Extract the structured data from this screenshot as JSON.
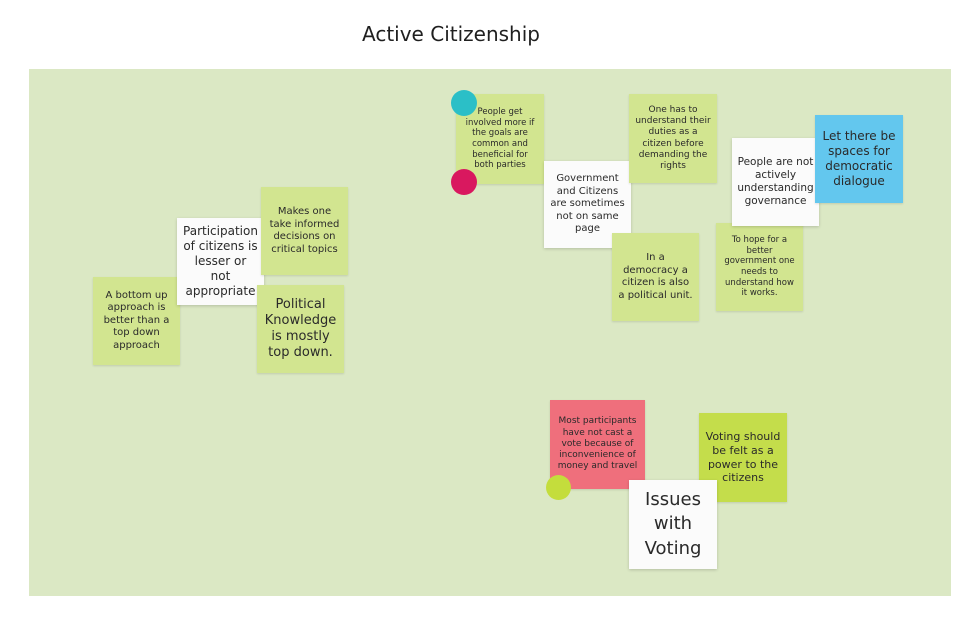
{
  "title": "Active Citizenship",
  "notes": {
    "bottom_up": "A bottom up approach is better than a top down approach",
    "participation": "Participation of citizens is lesser or not appropriate",
    "informed": "Makes one take informed decisions  on critical topics",
    "political_knowledge": "Political Knowledge is mostly top down.",
    "people_involved": "People get involved more if the goals are common and beneficial for both parties",
    "gov_citizens": "Government and Citizens are sometimes not on same page",
    "duties": "One has to understand their duties as a citizen before demanding the rights",
    "democracy_unit": "In a democracy a citizen is also a political unit.",
    "not_understanding": "People are not actively understanding governance",
    "spaces_dialogue": "Let there be spaces for democratic dialogue",
    "better_gov": "To hope for a better government one needs to understand how it works.",
    "not_cast_vote": "Most participants have not cast a vote because of inconvenience of money and travel",
    "voting_power": "Voting should be felt as a power to the citizens",
    "issues_voting": "Issues with Voting"
  },
  "colors": {
    "board": "#dbe8c4",
    "green_note": "#d2e590",
    "blue_note": "#63c7ee",
    "pink_note": "#ef6f7c",
    "lime_note": "#c4dd4b",
    "teal_dot": "#2bbfc7",
    "magenta_dot": "#d9185f",
    "lime_dot": "#c4dd3c"
  }
}
